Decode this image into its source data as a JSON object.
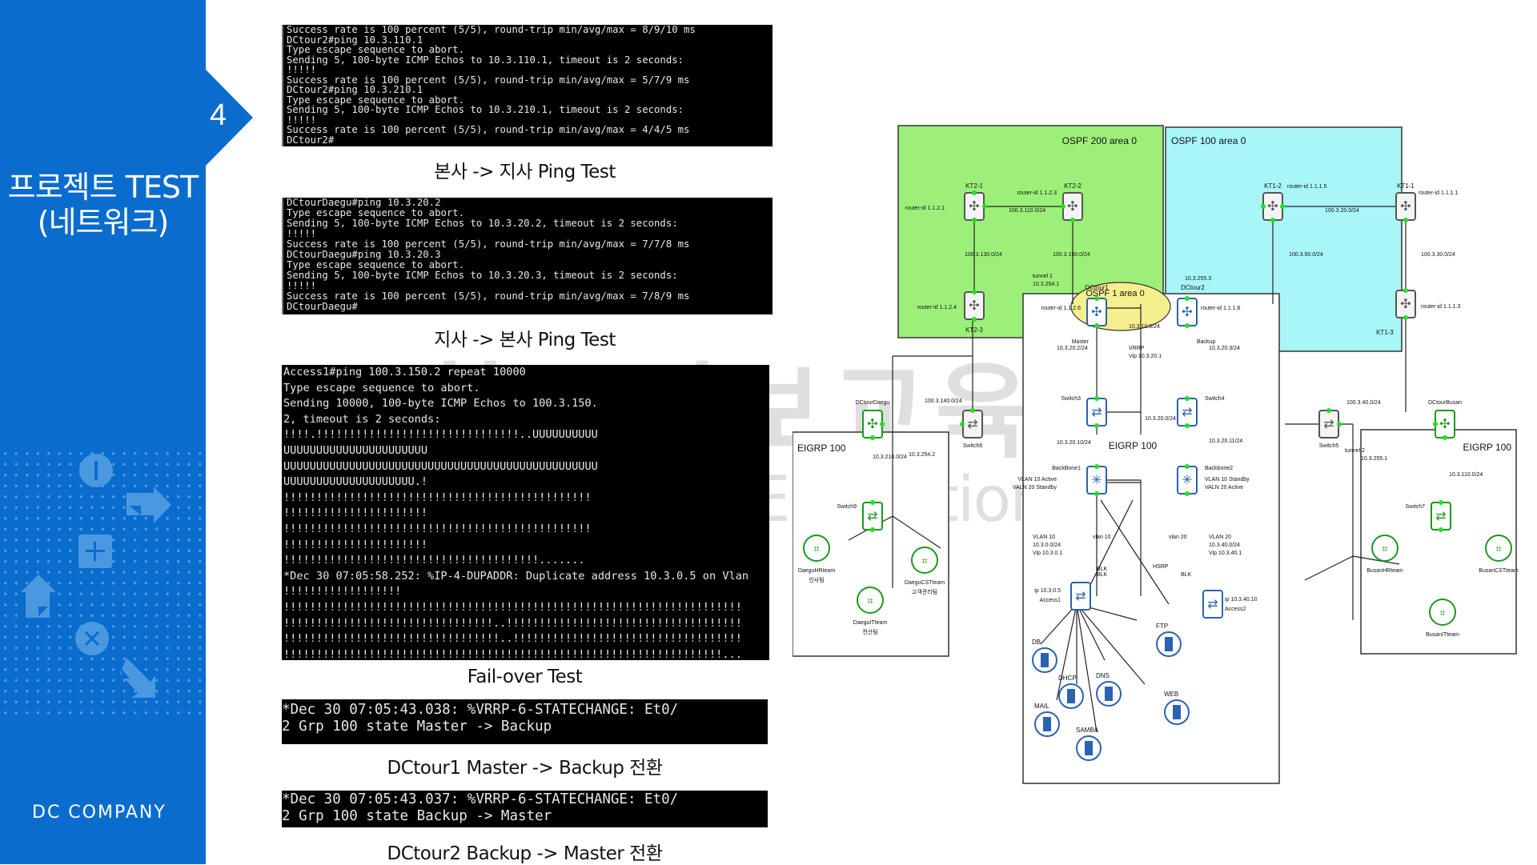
{
  "sidebar": {
    "slide_number": "4",
    "title_line1": "프로젝트 TEST",
    "title_line2": "(네트워크)",
    "company": "DC COMPANY",
    "decorative_icons": [
      "info-circle-icon",
      "arrow-right-icon",
      "plus-square-icon",
      "arrow-up-icon",
      "close-circle-icon",
      "arrow-down-right-icon"
    ],
    "accent_color": "#0a6ccd"
  },
  "panels": [
    {
      "caption": "본사 -> 지사 Ping Test",
      "lines": [
        "Success rate is 100 percent (5/5), round-trip min/avg/max = 8/9/10 ms",
        "DCtour2#ping 10.3.110.1",
        "Type escape sequence to abort.",
        "Sending 5, 100-byte ICMP Echos to 10.3.110.1, timeout is 2 seconds:",
        "!!!!!",
        "Success rate is 100 percent (5/5), round-trip min/avg/max = 5/7/9 ms",
        "DCtour2#ping 10.3.210.1",
        "Type escape sequence to abort.",
        "Sending 5, 100-byte ICMP Echos to 10.3.210.1, timeout is 2 seconds:",
        "!!!!!",
        "Success rate is 100 percent (5/5), round-trip min/avg/max = 4/4/5 ms",
        "DCtour2#"
      ]
    },
    {
      "caption": "지사 -> 본사 Ping Test",
      "lines": [
        "DCtourDaegu#ping 10.3.20.2",
        "Type escape sequence to abort.",
        "Sending 5, 100-byte ICMP Echos to 10.3.20.2, timeout is 2 seconds:",
        "!!!!!",
        "Success rate is 100 percent (5/5), round-trip min/avg/max = 7/7/8 ms",
        "DCtourDaegu#ping 10.3.20.3",
        "Type escape sequence to abort.",
        "Sending 5, 100-byte ICMP Echos to 10.3.20.3, timeout is 2 seconds:",
        "!!!!!",
        "Success rate is 100 percent (5/5), round-trip min/avg/max = 7/8/9 ms",
        "DCtourDaegu#"
      ]
    },
    {
      "caption": "Fail-over Test",
      "lines": [
        "Access1#ping 100.3.150.2 repeat 10000",
        "Type escape sequence to abort.",
        "Sending 10000, 100-byte ICMP Echos to 100.3.150.",
        "2, timeout is 2 seconds:",
        "!!!!.!!!!!!!!!!!!!!!!!!!!!!!!!!!!!!!..UUUUUUUUUU",
        "UUUUUUUUUUUUUUUUUUUUUU",
        "UUUUUUUUUUUUUUUUUUUUUUUUUUUUUUUUUUUUUUUUUUUUUUUU",
        "UUUUUUUUUUUUUUUUUUUU.!",
        "!!!!!!!!!!!!!!!!!!!!!!!!!!!!!!!!!!!!!!!!!!!!!!!",
        "!!!!!!!!!!!!!!!!!!!!!!",
        "!!!!!!!!!!!!!!!!!!!!!!!!!!!!!!!!!!!!!!!!!!!!!!!",
        "!!!!!!!!!!!!!!!!!!!!!!",
        "!!!!!!!!!!!!!!!!!!!!!!!!!!!!!!!!!!!!!!!.......",
        "*Dec 30 07:05:58.252: %IP-4-DUPADDR: Duplicate address 10.3.0.5 on Vlan",
        "!!!!!!!!!!!!!!!!!!",
        "!!!!!!!!!!!!!!!!!!!!!!!!!!!!!!!!!!!!!!!!!!!!!!!!!!!!!!!!!!!!!!!!!!!!!!",
        "!!!!!!!!!!!!!!!!!!!!!!!!!!!!!!!!..!!!!!!!!!!!!!!!!!!!!!!!!!!!!!!!!!!!!",
        "!!!!!!!!!!!!!!!!!!!!!!!!!!!!!!!!!..!!!!!!!!!!!!!!!!!!!!!!!!!!!!!!!!!!!",
        "!!!!!!!!!!!!!!!!!!!!!!!!!!!!!!!!!!!!!!!!!!!!!!!!!!!!!!!!!!!!!!!!!!!..."
      ]
    },
    {
      "caption": "DCtour1 Master -> Backup 전환",
      "lines": [
        "*Dec 30 07:05:43.038: %VRRP-6-STATECHANGE: Et0/",
        "2 Grp 100 state Master -> Backup"
      ]
    },
    {
      "caption": "DCtour2 Backup -> Master 전환",
      "lines": [
        "*Dec 30 07:05:43.037: %VRRP-6-STATECHANGE: Et0/",
        "2 Grp 100 state Backup -> Master"
      ]
    }
  ],
  "watermark": {
    "korean": "한국정보교육원",
    "english": "Korea IT Education Center"
  },
  "topology": {
    "areas": [
      {
        "id": "ospf200",
        "label": "OSPF 200 area 0",
        "color": "#9cf07a"
      },
      {
        "id": "ospf100",
        "label": "OSPF 100 area 0",
        "color": "#a8f6f8"
      },
      {
        "id": "ospf1",
        "label": "OSPF 1 area 0",
        "color": "#f6ef8e"
      },
      {
        "id": "eigrp_hq",
        "label": "EIGRP 100"
      },
      {
        "id": "eigrp_daegu",
        "label": "EIGRP 100"
      },
      {
        "id": "eigrp_busan",
        "label": "EIGRP 100"
      }
    ],
    "nodes": [
      {
        "id": "kt2-1",
        "type": "router",
        "style": "gray",
        "label": "KT2-1",
        "note": "router-id 1.1.2.1"
      },
      {
        "id": "kt2-2",
        "type": "router",
        "style": "gray",
        "label": "KT2-2",
        "note": "router-id 1.1.2.3"
      },
      {
        "id": "kt2-3",
        "type": "router",
        "style": "gray",
        "label": "KT2-3",
        "note": "router-id 1.1.2.4"
      },
      {
        "id": "kt1-2",
        "type": "router",
        "style": "gray",
        "label": "KT1-2",
        "note": "router-id 1.1.1.5"
      },
      {
        "id": "kt1-1",
        "type": "router",
        "style": "gray",
        "label": "KT1-1",
        "note": "router-id 1.1.1.1"
      },
      {
        "id": "kt1-3",
        "type": "router",
        "style": "gray",
        "label": "KT1-3",
        "note": "router-id 1.1.1.3"
      },
      {
        "id": "dctour1",
        "type": "router",
        "style": "blue",
        "label": "DCtour1",
        "note": "router-id 1.1.2.6",
        "role": "Master"
      },
      {
        "id": "dctour2",
        "type": "router",
        "style": "blue",
        "label": "DCtour2",
        "note": "router-id 1.1.1.6",
        "role": "Backup"
      },
      {
        "id": "switch3",
        "type": "switch",
        "style": "blue",
        "label": "Switch3"
      },
      {
        "id": "switch4",
        "type": "switch",
        "style": "blue",
        "label": "Switch4"
      },
      {
        "id": "backbone1",
        "type": "l3switch",
        "style": "blue",
        "label": "BackBone1",
        "note": "VLAN 10 Active\nVALN 20 Standby"
      },
      {
        "id": "backbone2",
        "type": "l3switch",
        "style": "blue",
        "label": "Backbone2",
        "note": "VLAN 10 Standby\nVALN 20 Active"
      },
      {
        "id": "access1",
        "type": "switch",
        "style": "blue",
        "label": "Access1",
        "note": "ip 10.3.0.5"
      },
      {
        "id": "access2",
        "type": "switch",
        "style": "blue",
        "label": "Access2",
        "note": "ip 10.3.40.10"
      },
      {
        "id": "db",
        "type": "server",
        "label": "DB"
      },
      {
        "id": "mail",
        "type": "server",
        "label": "MAIL"
      },
      {
        "id": "dhcp",
        "type": "server",
        "label": "DHCP"
      },
      {
        "id": "samba",
        "type": "server",
        "label": "SAMBA"
      },
      {
        "id": "dns",
        "type": "server",
        "label": "DNS"
      },
      {
        "id": "ftp",
        "type": "server",
        "label": "FTP"
      },
      {
        "id": "web",
        "type": "server",
        "label": "WEB"
      },
      {
        "id": "switch6",
        "type": "switch",
        "style": "gray",
        "label": "Switch6"
      },
      {
        "id": "switch5",
        "type": "switch",
        "style": "gray",
        "label": "Switch5"
      },
      {
        "id": "dctourdaegu",
        "type": "router",
        "style": "green",
        "label": "DCtourDaegu"
      },
      {
        "id": "switch9",
        "type": "switch",
        "style": "green",
        "label": "Switch9"
      },
      {
        "id": "daeguhr",
        "type": "team",
        "label": "DaeguHRteam",
        "sub": "인사팀"
      },
      {
        "id": "daeguit",
        "type": "team",
        "label": "DaeguITteam",
        "sub": "전산팀"
      },
      {
        "id": "daegucs",
        "type": "team",
        "label": "DaeguCSTteam",
        "sub": "고객관리팀"
      },
      {
        "id": "dctourbusan",
        "type": "router",
        "style": "green",
        "label": "DCtourBusan"
      },
      {
        "id": "switch7",
        "type": "switch",
        "style": "green",
        "label": "Switch7"
      },
      {
        "id": "busanhr",
        "type": "team",
        "label": "BusanHRteam"
      },
      {
        "id": "busanit",
        "type": "team",
        "label": "BusanITteam"
      },
      {
        "id": "busancs",
        "type": "team",
        "label": "BusanCSTteam"
      }
    ],
    "text_labels": [
      "100.3.110.0/24",
      "100.3.130.0/24",
      "100.3.150.0/24",
      "100.3.20.0/24",
      "100.3.50.0/24",
      "100.3.30.0/24",
      "100.3.140.0/24",
      "100.3.40.0/24",
      "10.3.10.0/24",
      "10.3.20.2/24",
      "10.3.20.3/24",
      "10.3.20.0/24",
      "10.3.20.10/24",
      "10.3.20.11/24",
      "10.3.210.0/24",
      "10.3.110.0/24",
      "tunnel 1",
      "10.3.254.1",
      "10.3.254.2",
      "tunnel 2",
      "10.3.255.1",
      "10.3.255.3",
      "VRRP",
      "Vip 10.3.20.1",
      "VLAN 10",
      "10.3.0.0/24",
      "Vip 10.3.0.1",
      "VLAN 20",
      "10.3.40.0/24",
      "Vip 10.3.40.1",
      "vlan 10",
      "vlan 20",
      "HSRP",
      "BLK"
    ]
  }
}
